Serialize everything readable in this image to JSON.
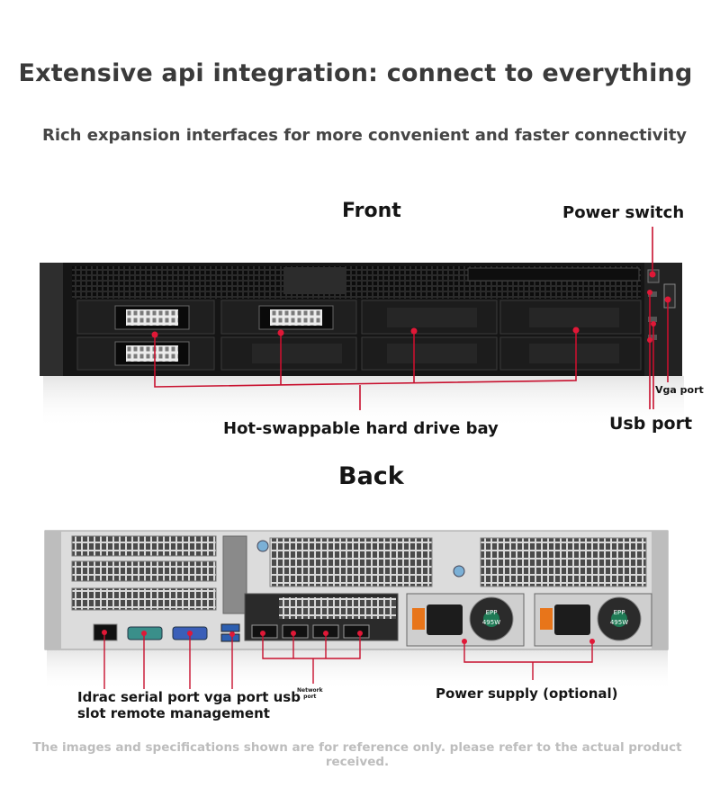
{
  "header": {
    "title": "Extensive api integration: connect to everything",
    "subtitle": "Rich expansion interfaces for more convenient and faster connectivity"
  },
  "front": {
    "label": "Front",
    "power_switch": "Power switch",
    "vga_port": "Vga port",
    "usb_port": "Usb port",
    "hdd_bay": "Hot-swappable hard drive bay"
  },
  "back": {
    "label": "Back",
    "ports_line1": "Idrac serial port vga port usb",
    "ports_line2": "slot remote management",
    "network_line1": "Network",
    "network_line2": "port",
    "psu": "Power supply (optional)",
    "psu_badge": "EPP",
    "psu_watt": "495W"
  },
  "footer": {
    "disclaimer": "The images and specifications shown are for reference only. please refer to the actual product received."
  },
  "colors": {
    "callout": "#c8102e",
    "chassis": "#1b1b1b",
    "back_chassis": "#3a3d40",
    "vga_blue": "#3b5fb8",
    "serial_teal": "#3a8f8a",
    "psu_orange": "#e8751a"
  }
}
